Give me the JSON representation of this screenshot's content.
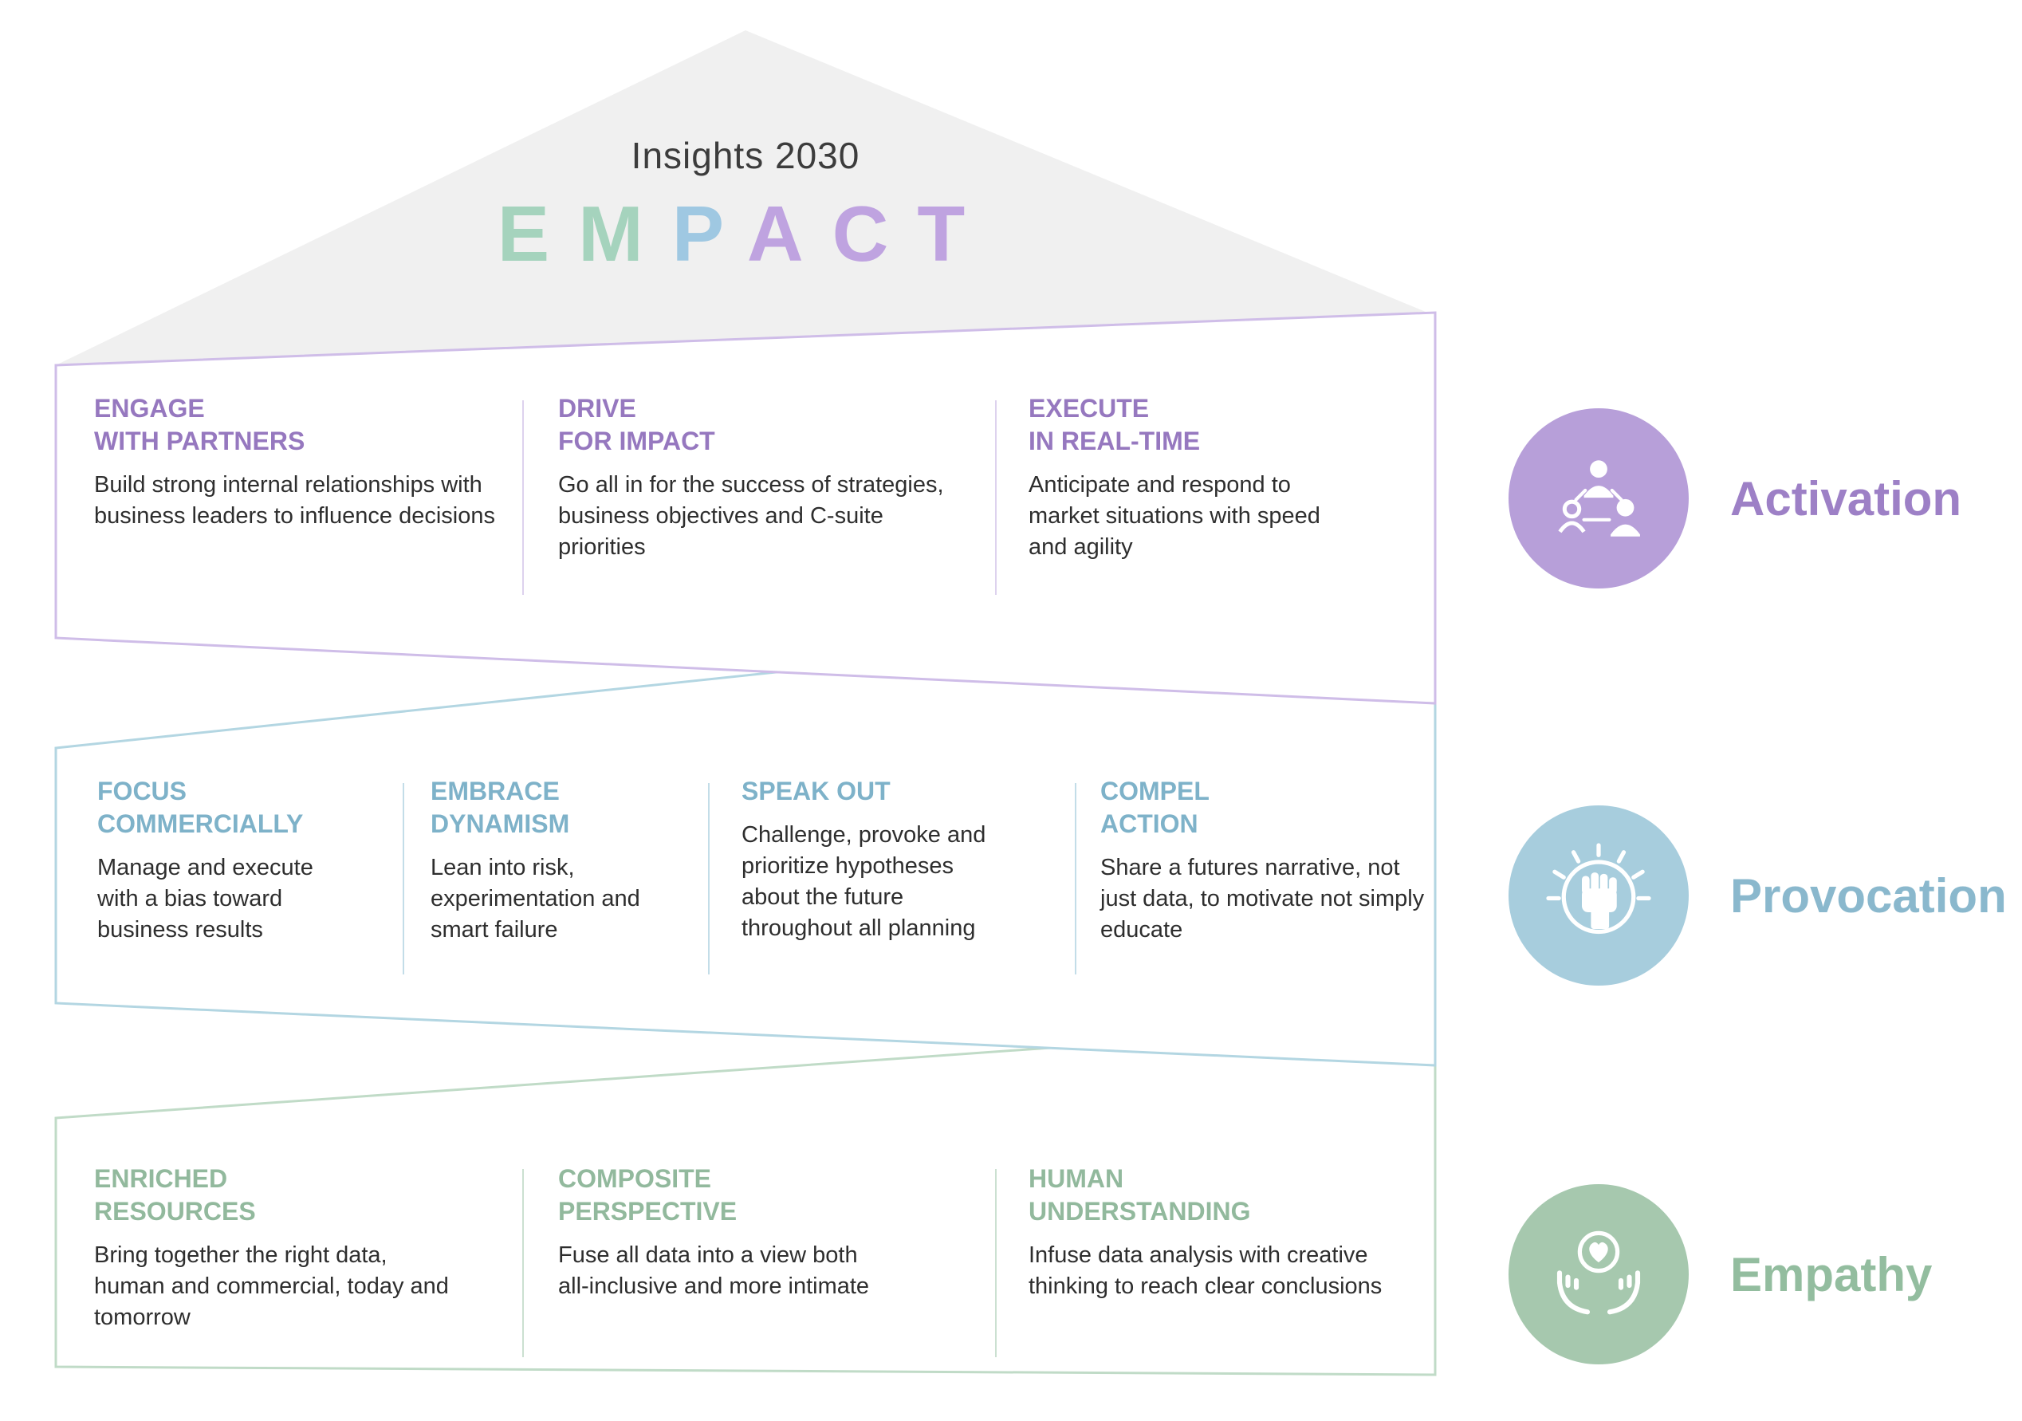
{
  "header": {
    "title": "Insights 2030",
    "brand": {
      "letters": [
        "E",
        "M",
        "P",
        "A",
        "C",
        "T"
      ],
      "letter_colors": [
        "#a5d3bd",
        "#a5d3bd",
        "#9fc8e2",
        "#bfa3e0",
        "#bfa3e0",
        "#bfa3e0"
      ]
    },
    "roof_color": "#f0f0f0"
  },
  "tiers": [
    {
      "name": "Activation",
      "icon": "people-network-icon",
      "accent": "#9678bf",
      "border": "#cfbde8",
      "circle": "#b79fd9",
      "columns": [
        {
          "heading": "ENGAGE\nWITH PARTNERS",
          "body": "Build strong internal relationships with business leaders to influence decisions"
        },
        {
          "heading": "DRIVE\nFOR IMPACT",
          "body": "Go all in for the success of strategies, business objectives and C-suite priorities"
        },
        {
          "heading": "EXECUTE\nIN REAL-TIME",
          "body": "Anticipate and respond to market situations with speed and agility"
        }
      ]
    },
    {
      "name": "Provocation",
      "icon": "raised-fist-icon",
      "accent": "#7eb2c9",
      "border": "#b3d6e2",
      "circle": "#a7cddd",
      "columns": [
        {
          "heading": "FOCUS\nCOMMERCIALLY",
          "body": "Manage and execute with a bias toward business results"
        },
        {
          "heading": "EMBRACE\nDYNAMISM",
          "body": "Lean into risk, experimentation and smart failure"
        },
        {
          "heading": "SPEAK OUT",
          "body": "Challenge, provoke and prioritize hypotheses about the future throughout all planning"
        },
        {
          "heading": "COMPEL\nACTION",
          "body": "Share a futures narrative, not just data, to motivate not simply educate"
        }
      ]
    },
    {
      "name": "Empathy",
      "icon": "hands-heart-icon",
      "accent": "#92b99d",
      "border": "#c0dbc7",
      "circle": "#a6c8ae",
      "columns": [
        {
          "heading": "ENRICHED\nRESOURCES",
          "body": "Bring together the right data, human and commercial, today and tomorrow"
        },
        {
          "heading": "COMPOSITE\nPERSPECTIVE",
          "body": "Fuse all data into a view both all-inclusive and more intimate"
        },
        {
          "heading": "HUMAN\nUNDERSTANDING",
          "body": "Infuse data analysis with creative thinking to reach clear conclusions"
        }
      ]
    }
  ]
}
